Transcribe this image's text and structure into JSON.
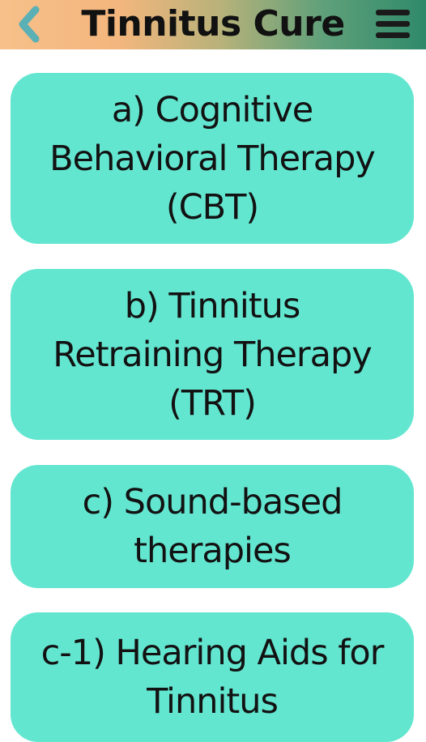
{
  "header": {
    "title": "Tinnitus Cure",
    "back_icon": "chevron-left-icon",
    "menu_icon": "hamburger-menu-icon",
    "colors": {
      "gradient_start": "#f7c08a",
      "gradient_end": "#2f8a6a",
      "back_icon": "#5ab0b5"
    }
  },
  "cards": [
    {
      "label": "a) Cognitive\nBehavioral Therapy\n(CBT)"
    },
    {
      "label": "b) Tinnitus\nRetraining Therapy\n(TRT)"
    },
    {
      "label": "c) Sound-based\ntherapies"
    },
    {
      "label": "c-1) Hearing Aids for\nTinnitus"
    }
  ],
  "card_color": "#63e6d0"
}
